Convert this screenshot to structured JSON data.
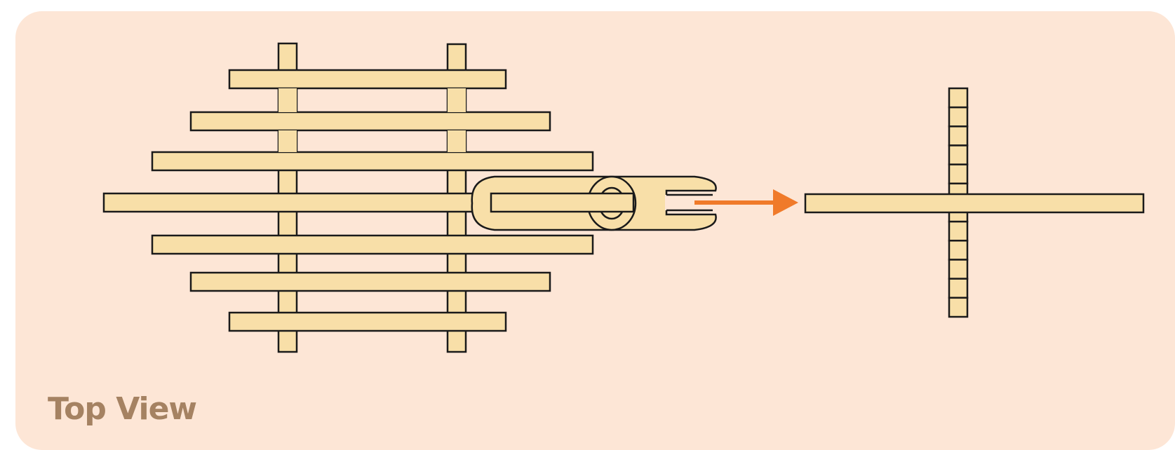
{
  "panel": {
    "label": "Top View",
    "background_color": "#fde6d6",
    "label_color": "#a58262"
  },
  "colors": {
    "rod_fill": "#f8dfa8",
    "outline": "#1a1a1a",
    "arrow": "#f07a2a"
  },
  "diagram": {
    "left_assembly": {
      "horizontal_rods": 7,
      "vertical_supports": 2,
      "connector": "clip-connector"
    },
    "arrow": "right",
    "right_assembly": {
      "horizontal_rods": 1,
      "vertical_segments": 12
    }
  }
}
